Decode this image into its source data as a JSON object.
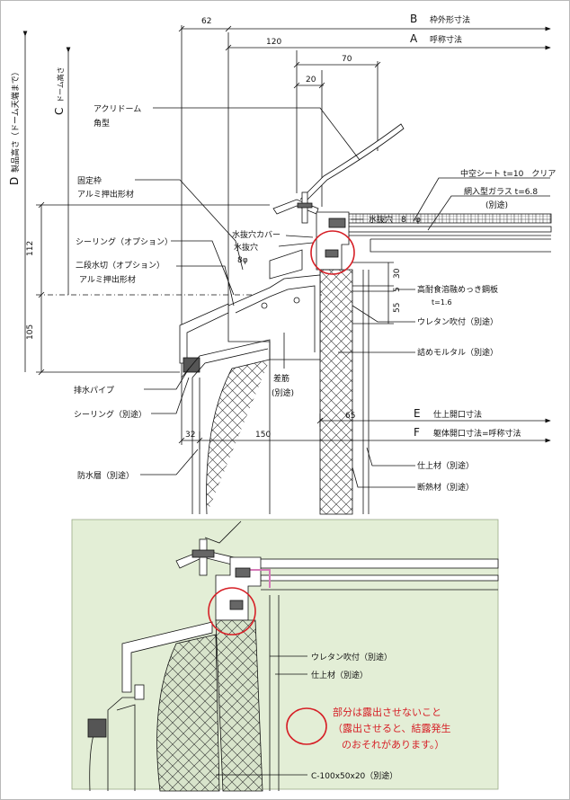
{
  "top": {
    "dims": {
      "d62": "62",
      "d120": "120",
      "d70": "70",
      "d20": "20",
      "d112": "112",
      "d105": "105",
      "d30": "30",
      "d5": "5",
      "d55": "55",
      "d65": "65",
      "d32": "32",
      "d150": "150"
    },
    "refs": {
      "B": {
        "letter": "B",
        "text": "枠外形寸法"
      },
      "A": {
        "letter": "A",
        "text": "呼称寸法"
      },
      "E": {
        "letter": "E",
        "text": "仕上開口寸法"
      },
      "F": {
        "letter": "F",
        "text": "躯体開口寸法=呼称寸法"
      },
      "D": {
        "letter": "D",
        "text": "製品高さ（ドーム天端まで）"
      },
      "C": {
        "letter": "C",
        "text": "ドーム高さ"
      }
    },
    "labels": {
      "dome_1": "アクリドーム",
      "dome_2": "角型",
      "frame_1": "固定枠",
      "frame_2": "アルミ押出形材",
      "sealing_opt": "シーリング（オプション）",
      "drip_1": "二段水切（オプション）",
      "drip_2": "アルミ押出形材",
      "drain_pipe": "排水パイプ",
      "sealing_sep": "シーリング（別途）",
      "waterproof": "防水層（別途）",
      "hole_1": "水抜穴　8",
      "hole_1_phi": "φ",
      "hole_cover": "水抜穴カバー",
      "hole_2": "水抜穴",
      "hole_2_size": "8φ",
      "rebar_1": "差筋",
      "rebar_2": "(別途)",
      "hollow_sheet": "中空シート t=10　クリア",
      "wired_glass_1": "網入型ガラス t=6.8",
      "wired_glass_2": "(別途)",
      "steel_plate_1": "高耐食溶融めっき鋼板",
      "steel_plate_2": "t=1.6",
      "urethane": "ウレタン吹付（別途）",
      "mortar": "詰めモルタル（別途）",
      "finish": "仕上材（別途）",
      "insulation": "断熱材（別途）"
    }
  },
  "bottom": {
    "labels": {
      "urethane": "ウレタン吹付（別途）",
      "finish": "仕上材（別途）",
      "channel": "C-100x50x20（別途）"
    },
    "note": {
      "line1": "部分は露出させないこと",
      "line2": "（露出させると、結露発生",
      "line3": "のおそれがあります。）"
    },
    "colors": {
      "panel_bg": "#e3eed6",
      "accent_red": "#d61f26",
      "pink": "#d47ab8"
    }
  }
}
